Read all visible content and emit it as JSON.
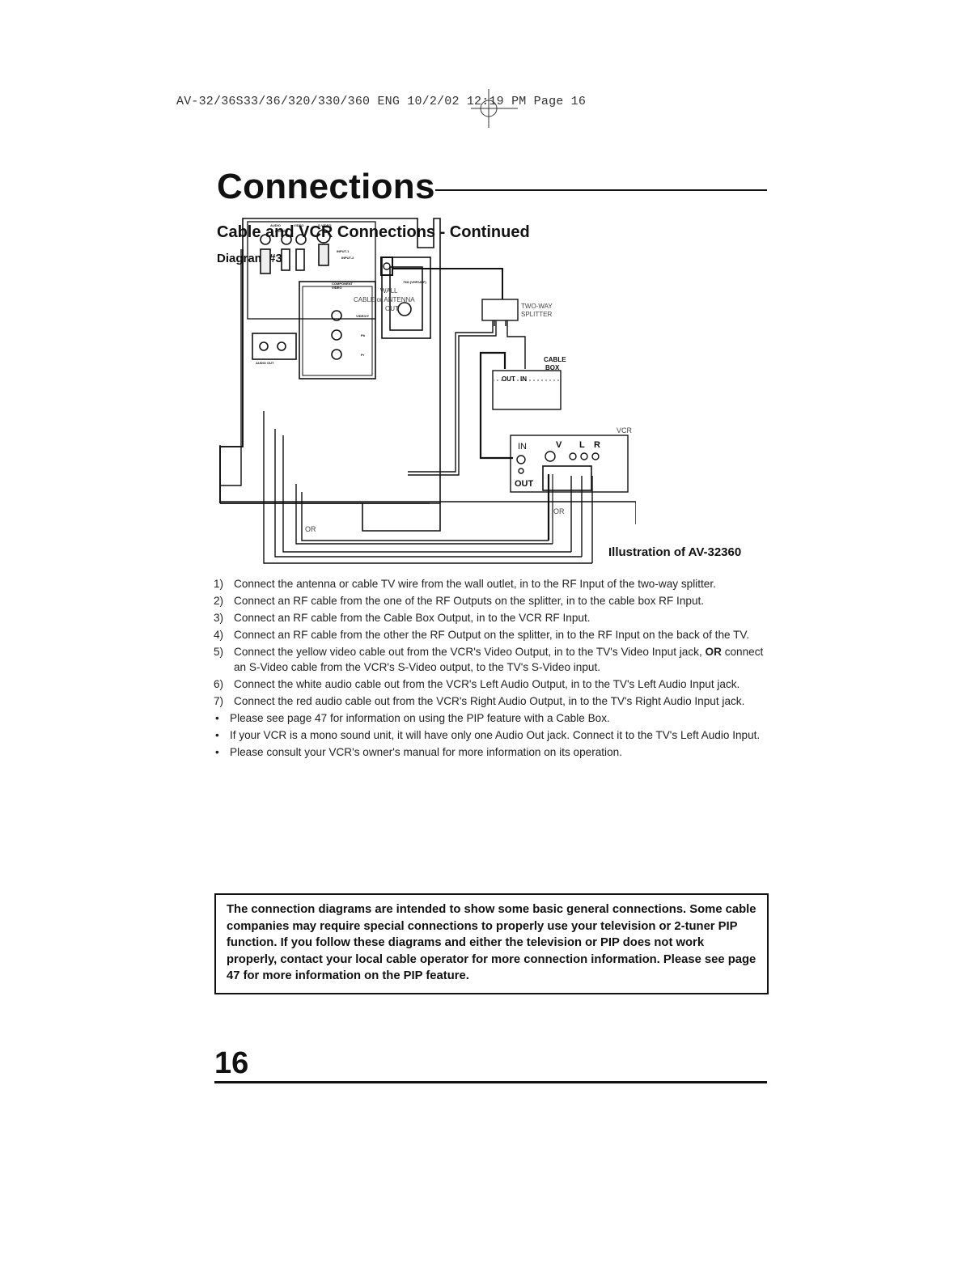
{
  "print_header": "AV-32/36S33/36/320/330/360 ENG 10/2/02 12:19 PM Page 16",
  "title": "Connections",
  "subtitle": "Cable and VCR Connections - Continued",
  "diagram_label": "Diagram #3",
  "diagram": {
    "wall_line1": "WALL",
    "wall_line2": "CABLE or ANTENNA",
    "wall_line3": "OUT",
    "splitter_line1": "TWO-WAY",
    "splitter_line2": "SPLITTER",
    "cable_box_line1": "CABLE",
    "cable_box_line2": "BOX",
    "out": "OUT",
    "in": "IN",
    "vcr": "VCR",
    "vcr_in": "IN",
    "vcr_v": "V",
    "vcr_l": "L",
    "vcr_r": "R",
    "vcr_out": "OUT",
    "or": "OR",
    "panel_audio": "AUDIO",
    "panel_video": "VIDEO",
    "panel_svideo": "S-VIDEO",
    "panel_l_video": "L/VIDEO",
    "panel_input1": "INPUT-1",
    "panel_input2": "INPUT-2",
    "panel_component": "COMPONENT VIDEO",
    "panel_video_y": "VIDEO/Y",
    "panel_pb": "Pb",
    "panel_pr": "Pr",
    "panel_audio_out": "AUDIO OUT",
    "panel_tuner": "75Ω (VHF/UHF)"
  },
  "illustration_caption": "Illustration of AV-32360",
  "steps": [
    {
      "num": "1)",
      "text": "Connect the antenna or cable TV wire from the wall outlet, in to the RF Input of the two-way splitter."
    },
    {
      "num": "2)",
      "text": "Connect an RF cable from the one of the RF Outputs on the splitter, in to the cable box RF Input."
    },
    {
      "num": "3)",
      "text": "Connect an RF cable from the Cable Box Output, in to the VCR RF Input."
    },
    {
      "num": "4)",
      "text": "Connect an RF cable from the other the RF Output on the splitter, in to the RF Input on the back of the TV."
    },
    {
      "num": "5)",
      "text_a": "Connect the yellow video cable out from the VCR's Video Output, in to the TV's Video Input jack,",
      "bold": "OR",
      "text_b": "connect an S-Video cable from the VCR's S-Video output, to the TV's S-Video input."
    },
    {
      "num": "6)",
      "text": "Connect the white audio cable out from the VCR's Left Audio Output, in to the TV's Left Audio Input jack."
    },
    {
      "num": "7)",
      "text": "Connect the red audio cable out from the VCR's Right Audio Output, in to the TV's Right Audio Input jack."
    }
  ],
  "bullets": [
    {
      "mark": "•",
      "text": "Please see page 47 for information on using the PIP feature with a Cable Box."
    },
    {
      "mark": "•",
      "text": "If your VCR is a mono sound unit, it will have only one Audio Out jack. Connect it to the TV's Left Audio Input."
    },
    {
      "mark": "•",
      "text": "Please consult your VCR's owner's manual for more information on its operation."
    }
  ],
  "notice": "The connection diagrams are intended to show some basic general connections. Some cable companies may require special connections to properly use your television or 2-tuner PIP function. If you follow these diagrams and either the television or PIP does not work properly, contact your local cable operator for more connection information. Please see page 47 for more information on the PIP feature.",
  "page_number": "16"
}
